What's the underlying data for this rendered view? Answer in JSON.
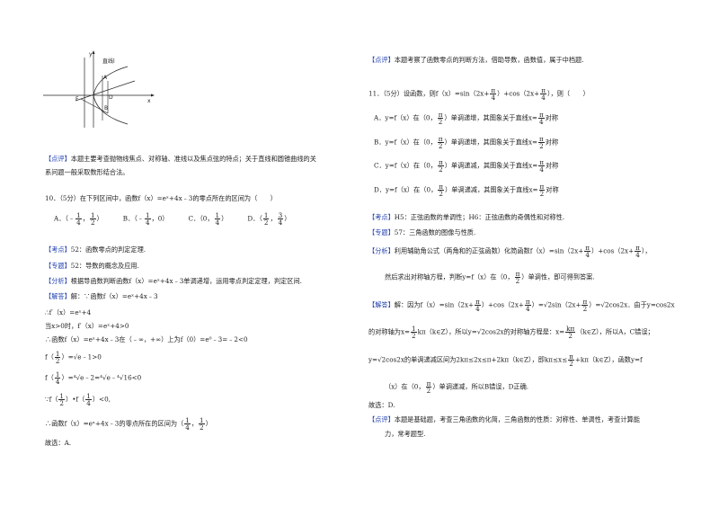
{
  "left": {
    "graph": {
      "label_x": "x",
      "label_y": "y",
      "label_line": "直线l",
      "label_A": "A",
      "label_B": "B",
      "label_D": "D",
      "label_F": "F"
    },
    "p_comment_tag": "【点评】",
    "p_comment_l1": "本题主要考查抛物线焦点、对称轴、准线以及焦点弦的特点；关于直线和圆锥曲线的关",
    "p_comment_l2": "系问题一般采取数形结合法。",
    "q10_stem": "10．（5分）在下列区间中，函数f（x）=eˣ+4x﹣3的零点所在的区间为（　　）",
    "q10_options": [
      {
        "pre": "A．（﹣",
        "n1": "1",
        "d1": "4",
        "mid": "，",
        "n2": "1",
        "d2": "2",
        "post": "）"
      },
      {
        "pre": "B．（﹣",
        "n1": "1",
        "d1": "4",
        "mid": "，0）",
        "n2": "",
        "d2": "",
        "post": ""
      },
      {
        "pre": "C．（0，",
        "n1": "1",
        "d1": "4",
        "mid": "）",
        "n2": "",
        "d2": "",
        "post": ""
      },
      {
        "pre": "D．（",
        "n1": "1",
        "d1": "2",
        "mid": "，",
        "n2": "3",
        "d2": "4",
        "post": "）"
      }
    ],
    "kd_tag": "【考点】",
    "kd_text": "52：函数零点的判定定理.",
    "zt_tag": "【专题】",
    "zt_text": "52：导数的概念及应用.",
    "fx_tag": "【分析】",
    "fx_text": "根据导函数判断函数f（x）=eˣ+4x﹣3单调递增，运用零点判定定理，判定区间.",
    "jd_tag": "【解答】",
    "jd_text": "解：∵函数f（x）=eˣ+4x﹣3",
    "s1": "∴f′（x）=eˣ+4",
    "s2": "当x>0时，f′（x）=eˣ+4>0",
    "s3": "∴函数f（x）=eˣ+4x﹣3在（﹣∞，+∞）上为f（0）=e⁰﹣3=﹣2<0",
    "s4_pre": "f（",
    "s4_n": "1",
    "s4_d": "2",
    "s4_post": "）=√e﹣1>0",
    "s5_pre": "f（",
    "s5_n": "1",
    "s5_d": "4",
    "s5_post": "）=⁴√e﹣2=⁴√e﹣⁴√16<0",
    "s6_pre": "∵f（",
    "s6_n1": "1",
    "s6_d1": "2",
    "s6_mid": "）•f（",
    "s6_n2": "1",
    "s6_d2": "4",
    "s6_post": "）<0,",
    "s7_pre": "∴函数f（x）=eˣ+4x﹣3的零点所在的区间为（",
    "s7_n1": "1",
    "s7_d1": "4",
    "s7_mid": "，",
    "s7_n2": "1",
    "s7_d2": "2",
    "s7_post": "）",
    "answer": "故选：A."
  },
  "right": {
    "top_tag": "【点评】",
    "top_text": "本题考察了函数零点的判断方法，借助导数，函数值，属于中档题.",
    "q11_a": "11．（5分）设函数，则f（x）=sin（2x+",
    "q11_pi1": "π",
    "q11_41": "4",
    "q11_b": "）+cos（2x+",
    "q11_pi2": "π",
    "q11_42": "4",
    "q11_c": "），则（　　）",
    "q11_options": [
      {
        "a": "A．y=f（x）在（0，",
        "pi": "π",
        "two": "2",
        "b": "）单调递增，其图象关于直线x=",
        "pi2": "π",
        "den2": "4",
        "c": "对称"
      },
      {
        "a": "B．y=f（x）在（0，",
        "pi": "π",
        "two": "2",
        "b": "）单调递增，其图象关于直线x=",
        "pi2": "π",
        "den2": "2",
        "c": "对称"
      },
      {
        "a": "C．y=f（x）在（0，",
        "pi": "π",
        "two": "2",
        "b": "）单调递减，其图象关于直线x=",
        "pi2": "π",
        "den2": "4",
        "c": "对称"
      },
      {
        "a": "D．y=f（x）在（0，",
        "pi": "π",
        "two": "2",
        "b": "）单调递减，其图象关于直线x=",
        "pi2": "π",
        "den2": "2",
        "c": "对称"
      }
    ],
    "kd_tag": "【考点】",
    "kd_text": "H5：正弦函数的单调性；H6：正弦函数的奇偶性和对称性.",
    "zt_tag": "【专题】",
    "zt_text": "57：三角函数的图像与性质.",
    "fx_tag": "【分析】",
    "fx_a": "利用辅助角公式（两角和的正弦函数）化简函数f（x）=sin（2x+",
    "fx_pi1": "π",
    "fx_41": "4",
    "fx_b": "）+cos（2x+",
    "fx_pi2": "π",
    "fx_42": "4",
    "fx_c": "），",
    "fx_l2_a": "然后求出对称轴方程，判断y=f（x）在（0，",
    "fx_l2_pi": "π",
    "fx_l2_2": "2",
    "fx_l2_b": "）单调性，即可得到答案.",
    "jd_tag": "【解答】",
    "jd_a": "解：因为f（x）=sin（2x+",
    "jd_pi1": "π",
    "jd_41": "4",
    "jd_b": "）+cos（2x+",
    "jd_pi2": "π",
    "jd_42": "4",
    "jd_c": "）=√2sin（2x+",
    "jd_pi3": "π",
    "jd_43": "2",
    "jd_d": "）=√2cos2x．由于y=cos2x",
    "jd_l2_a": "的对称轴为x=",
    "jd_l2_n": "1",
    "jd_l2_d": "2",
    "jd_l2_b": "kπ（k∈Z），所以y=√2cos2x的对称轴方程是：x=",
    "jd_l2_n2": "kπ",
    "jd_l2_d2": "2",
    "jd_l2_c": "（k∈Z），所以A，C错误；",
    "jd_l3_a": "y=√2cos2x的单调递减区间为2kπ≤2x≤π+2kπ（k∈Z），即kπ≤x≤",
    "jd_l3_pi": "π",
    "jd_l3_2": "2",
    "jd_l3_b": "+kπ（k∈Z），函数y=f",
    "jd_l4_a": "（x）在（0，",
    "jd_l4_pi": "π",
    "jd_l4_2": "2",
    "jd_l4_b": "）单调递减，所以B错误，D正确.",
    "answer": "故选：D.",
    "bot_tag": "【点评】",
    "bot_l1": "本题是基础题，考查三角函数的化简，三角函数的性质：对称性、单调性，考查计算能",
    "bot_l2": "力，常考题型."
  }
}
